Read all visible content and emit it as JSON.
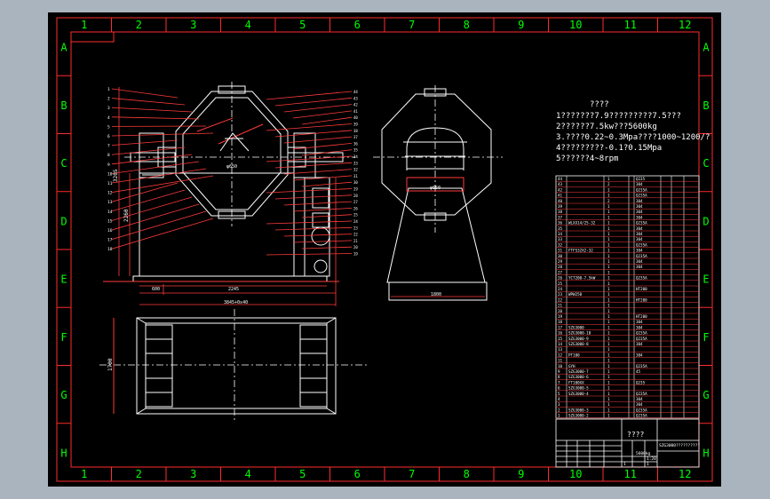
{
  "viewport": {
    "background": "#aab4bf",
    "paper": "#000000"
  },
  "colors": {
    "frame": "#ff2b2b",
    "grid_label": "#00ff00",
    "geometry": "#ffffff",
    "leader": "#ff3b3b",
    "centerline": "#ffffff",
    "text": "#ffffff",
    "table_line": "#ffffff"
  },
  "border": {
    "columns": [
      "1",
      "2",
      "3",
      "4",
      "5",
      "6",
      "7",
      "8",
      "9",
      "10",
      "11",
      "12"
    ],
    "rows": [
      "A",
      "B",
      "C",
      "D",
      "E",
      "F",
      "G",
      "H"
    ]
  },
  "drawing": {
    "notes": {
      "title": "????",
      "lines": [
        "1???????7.9?????????7.5???",
        "2??????7.5kw???5600kg",
        "3.????0.22~0.3Mpa????1000~1200/?",
        "4?????????-0.1?0.15Mpa",
        "5??????4~8rpm"
      ]
    },
    "front_view": {
      "nozzle_label": "φ650",
      "dim_left_tall": "3205",
      "dim_left_inner": "2260",
      "dim_bottom_a": "600",
      "dim_bottom_b": "2245",
      "dim_bottom_total": "3845+0x40",
      "part_numbers_left": [
        "1",
        "2",
        "3",
        "4",
        "5",
        "6",
        "7",
        "8",
        "9",
        "10",
        "11",
        "12",
        "13",
        "14",
        "15",
        "16",
        "17",
        "18"
      ],
      "part_numbers_right": [
        "44",
        "43",
        "42",
        "41",
        "40",
        "39",
        "38",
        "37",
        "36",
        "35",
        "34",
        "33",
        "32",
        "31",
        "30",
        "29",
        "28",
        "27",
        "26",
        "25",
        "24",
        "23",
        "22",
        "21",
        "20",
        "19"
      ]
    },
    "side_view": {
      "nozzle_label": "φ650",
      "dim_bottom": "1800"
    },
    "top_view": {
      "dim_left": "1700"
    }
  },
  "bom": {
    "rows": [
      {
        "no": "44",
        "name": "",
        "qty": "1",
        "mat": "Q235"
      },
      {
        "no": "43",
        "name": "",
        "qty": "2",
        "mat": "304"
      },
      {
        "no": "42",
        "name": "",
        "qty": "1",
        "mat": "Q235A"
      },
      {
        "no": "41",
        "name": "",
        "qty": "1",
        "mat": "Q235A"
      },
      {
        "no": "40",
        "name": "",
        "qty": "2",
        "mat": "304"
      },
      {
        "no": "39",
        "name": "",
        "qty": "1",
        "mat": "304"
      },
      {
        "no": "38",
        "name": "",
        "qty": "1",
        "mat": "304"
      },
      {
        "no": "37",
        "name": "",
        "qty": "1",
        "mat": "304"
      },
      {
        "no": "36",
        "name": "WLXX14/25-32",
        "qty": "1",
        "mat": "Q235A"
      },
      {
        "no": "35",
        "name": "",
        "qty": "1",
        "mat": "304"
      },
      {
        "no": "34",
        "name": "",
        "qty": "1",
        "mat": "304"
      },
      {
        "no": "33",
        "name": "",
        "qty": "1",
        "mat": "304"
      },
      {
        "no": "32",
        "name": "",
        "qty": "1",
        "mat": "Q235A"
      },
      {
        "no": "31",
        "name": "FTFS32X2-32",
        "qty": "1",
        "mat": "304"
      },
      {
        "no": "30",
        "name": "",
        "qty": "1",
        "mat": "Q235A"
      },
      {
        "no": "29",
        "name": "",
        "qty": "1",
        "mat": "304"
      },
      {
        "no": "28",
        "name": "",
        "qty": "1",
        "mat": "304"
      },
      {
        "no": "27",
        "name": "",
        "qty": "1",
        "mat": ""
      },
      {
        "no": "26",
        "name": "YCT200-7.5kW",
        "qty": "1",
        "mat": "Q235A"
      },
      {
        "no": "25",
        "name": "",
        "qty": "1",
        "mat": ""
      },
      {
        "no": "24",
        "name": "",
        "qty": "1",
        "mat": "HT200"
      },
      {
        "no": "23",
        "name": "WPW250",
        "qty": "1",
        "mat": ""
      },
      {
        "no": "22",
        "name": "",
        "qty": "1",
        "mat": "HT200"
      },
      {
        "no": "21",
        "name": "",
        "qty": "1",
        "mat": ""
      },
      {
        "no": "20",
        "name": "",
        "qty": "1",
        "mat": ""
      },
      {
        "no": "19",
        "name": "",
        "qty": "1",
        "mat": "HT200"
      },
      {
        "no": "18",
        "name": "",
        "qty": "1",
        "mat": "304"
      },
      {
        "no": "17",
        "name": "SZG3000",
        "qty": "1",
        "mat": "304"
      },
      {
        "no": "16",
        "name": "SZG3000-10",
        "qty": "1",
        "mat": "Q235A"
      },
      {
        "no": "15",
        "name": "SZG3000-9",
        "qty": "1",
        "mat": "Q235A"
      },
      {
        "no": "14",
        "name": "SZG3000-8",
        "qty": "1",
        "mat": "304"
      },
      {
        "no": "13",
        "name": "",
        "qty": "1",
        "mat": ""
      },
      {
        "no": "12",
        "name": "PT100",
        "qty": "1",
        "mat": "304"
      },
      {
        "no": "11",
        "name": "",
        "qty": "1",
        "mat": ""
      },
      {
        "no": "10",
        "name": "GYH",
        "qty": "1",
        "mat": "Q235A"
      },
      {
        "no": "9",
        "name": "SZG3000-7",
        "qty": "1",
        "mat": "45"
      },
      {
        "no": "8",
        "name": "SZG3000-6",
        "qty": "1",
        "mat": ""
      },
      {
        "no": "7",
        "name": "FT100XX",
        "qty": "1",
        "mat": "Q235"
      },
      {
        "no": "6",
        "name": "SZG3000-5",
        "qty": "1",
        "mat": ""
      },
      {
        "no": "5",
        "name": "SZG3000-4",
        "qty": "1",
        "mat": "Q235A"
      },
      {
        "no": "4",
        "name": "",
        "qty": "1",
        "mat": "304"
      },
      {
        "no": "3",
        "name": "",
        "qty": "1",
        "mat": "304"
      },
      {
        "no": "2",
        "name": "SZG3000-3",
        "qty": "1",
        "mat": "Q235A"
      },
      {
        "no": "1",
        "name": "SZG3000-2",
        "qty": "1",
        "mat": "Q235A"
      }
    ]
  },
  "title_block": {
    "name": "????",
    "drawing_no": "SZG3000??????????",
    "weight": "5600kg",
    "scale": "1:20",
    "sheet_a": "1",
    "sheet_b": "1"
  }
}
